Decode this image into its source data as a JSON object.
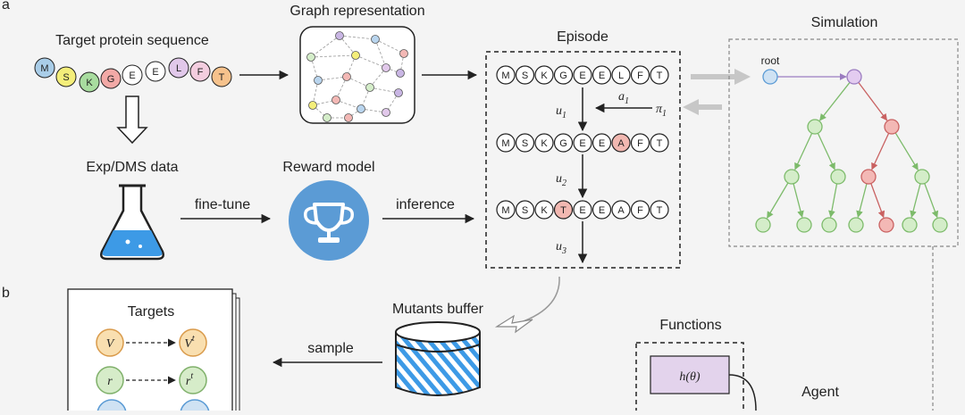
{
  "panel_labels": {
    "a": "a",
    "b": "b"
  },
  "labels": {
    "target_sequence": "Target protein sequence",
    "graph_representation": "Graph representation",
    "episode": "Episode",
    "simulation": "Simulation",
    "exp_dms": "Exp/DMS data",
    "reward_model": "Reward model",
    "fine_tune": "fine-tune",
    "inference": "inference",
    "mutants_buffer": "Mutants buffer",
    "sample": "sample",
    "targets": "Targets",
    "functions": "Functions",
    "agent": "Agent",
    "root": "root"
  },
  "target_sequence": {
    "residues": [
      "M",
      "S",
      "K",
      "G",
      "E",
      "E",
      "L",
      "F",
      "T"
    ],
    "colors": [
      "#a9cde8",
      "#f4ee7a",
      "#a8dc9f",
      "#f2a9a6",
      "#ffffff",
      "#ffffff",
      "#e1c8ea",
      "#f3cddf",
      "#f6c28c"
    ]
  },
  "episode": {
    "rows": [
      {
        "residues": [
          "M",
          "S",
          "K",
          "G",
          "E",
          "E",
          "L",
          "F",
          "T"
        ],
        "highlight": -1
      },
      {
        "residues": [
          "M",
          "S",
          "K",
          "G",
          "E",
          "E",
          "A",
          "F",
          "T"
        ],
        "highlight": 6
      },
      {
        "residues": [
          "M",
          "S",
          "K",
          "T",
          "E",
          "E",
          "A",
          "F",
          "T"
        ],
        "highlight": 3
      }
    ],
    "steps": [
      {
        "sym": "u",
        "sub": "1"
      },
      {
        "sym": "u",
        "sub": "2"
      },
      {
        "sym": "u",
        "sub": "3"
      }
    ],
    "action": {
      "sym": "a",
      "sub": "1"
    },
    "policy": {
      "sym": "π",
      "sub": "1"
    },
    "highlight_color": "#f2b8b1"
  },
  "targets": [
    {
      "left": "V",
      "right": "V",
      "right_sup": "t",
      "color": "#f9dfb0",
      "stroke": "#d99a4a"
    },
    {
      "left": "r",
      "right": "r",
      "right_sup": "t",
      "color": "#d6ecc9",
      "stroke": "#7fb06a"
    }
  ],
  "functions": {
    "first": "h(θ)"
  },
  "colors": {
    "tree_green": "#7dbb6b",
    "tree_green_fill": "#d4edc9",
    "tree_red": "#c96161",
    "tree_red_fill": "#f3b8b5",
    "tree_root": "#e3ccf0",
    "tree_root_stroke": "#9b7cc0",
    "root_blue": "#cfe2f3",
    "trophy_bg": "#5b9bd5",
    "flask_liquid": "#3d9ae6",
    "function_fill": "#e3d3ec"
  }
}
